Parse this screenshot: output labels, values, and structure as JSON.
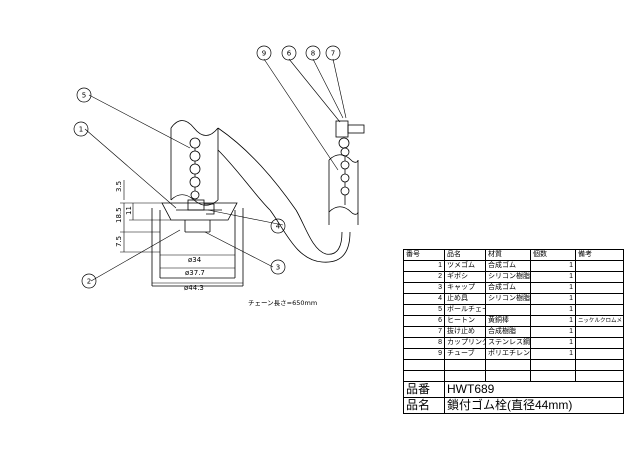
{
  "callouts": [
    "9",
    "6",
    "8",
    "7",
    "5",
    "1",
    "4",
    "2",
    "3"
  ],
  "dimensions": {
    "d34": "ø34",
    "d37": "ø37.7",
    "d44": "ø44.3",
    "v35": "3.5",
    "v185": "18.5",
    "v11": "11",
    "v75": "7.5"
  },
  "chain_note": "チェーン長さ=650mm",
  "table": {
    "headers": {
      "no": "番号",
      "name": "品名",
      "material": "材質",
      "qty": "個数",
      "note": "備考"
    },
    "rows": [
      {
        "no": "1",
        "name": "ツメゴム",
        "material": "合成ゴム",
        "qty": "1",
        "note": ""
      },
      {
        "no": "2",
        "name": "ギボシ",
        "material": "シリコン樹脂",
        "qty": "1",
        "note": ""
      },
      {
        "no": "3",
        "name": "キャップ",
        "material": "合成ゴム",
        "qty": "1",
        "note": ""
      },
      {
        "no": "4",
        "name": "止め具",
        "material": "シリコン樹脂",
        "qty": "1",
        "note": ""
      },
      {
        "no": "5",
        "name": "ボールチェーン",
        "material": "",
        "qty": "1",
        "note": ""
      },
      {
        "no": "6",
        "name": "ヒートン",
        "material": "黄銅棒",
        "qty": "1",
        "note": "ニッケルクロムメッキ"
      },
      {
        "no": "7",
        "name": "抜け止め",
        "material": "合成樹脂",
        "qty": "1",
        "note": ""
      },
      {
        "no": "8",
        "name": "カップリング",
        "material": "ステンレス鋼板",
        "qty": "1",
        "note": ""
      },
      {
        "no": "9",
        "name": "チューブ",
        "material": "ポリエチレン",
        "qty": "1",
        "note": ""
      }
    ],
    "hinban_label": "品番",
    "hinban_value": "HWT689",
    "hinmei_label": "品名",
    "hinmei_value": "鎖付ゴム栓(直径44mm)"
  }
}
